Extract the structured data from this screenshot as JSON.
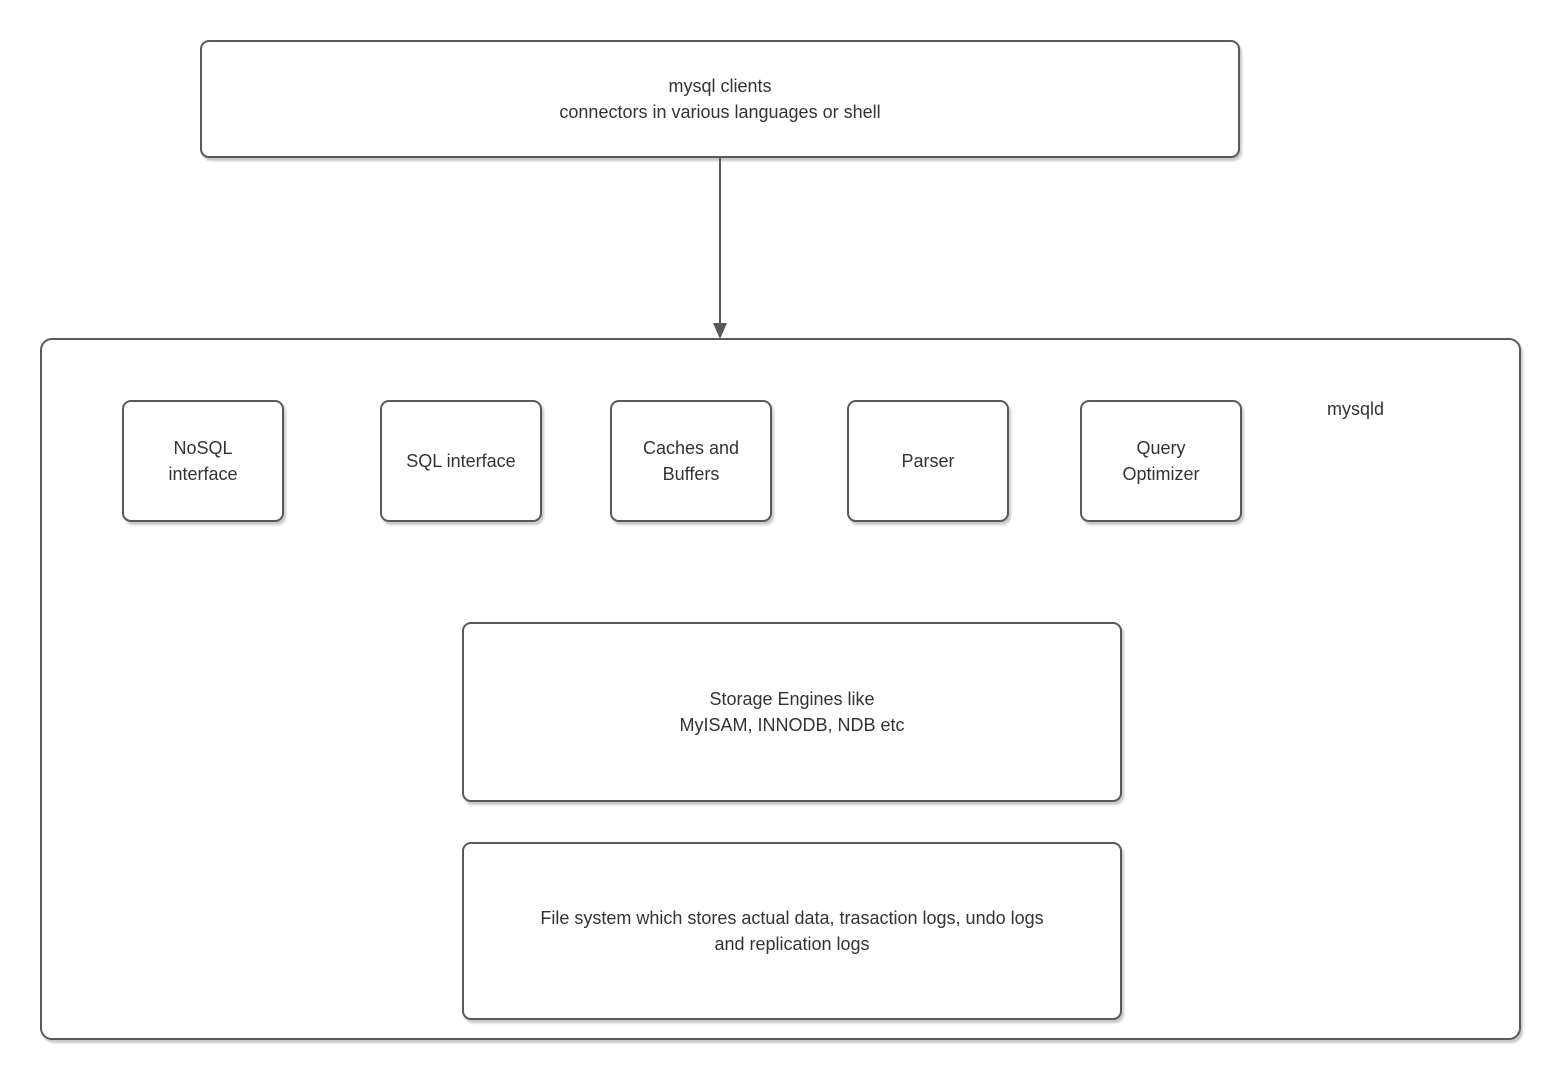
{
  "colors": {
    "border": "#595959",
    "connector": "#595959",
    "text": "#333333",
    "background": "#ffffff"
  },
  "nodes": {
    "clients": {
      "label": "mysql clients\nconnectors in various languages or shell"
    },
    "mysqld": {
      "label": "mysqld"
    },
    "components": [
      {
        "label": "NoSQL\ninterface"
      },
      {
        "label": "SQL interface"
      },
      {
        "label": "Caches and\nBuffers"
      },
      {
        "label": "Parser"
      },
      {
        "label": "Query\nOptimizer"
      }
    ],
    "storage": {
      "label": "Storage Engines like\nMyISAM, INNODB, NDB etc"
    },
    "filesystem": {
      "label": "File system which stores actual data, trasaction logs, undo logs\nand replication logs"
    }
  },
  "connections": [
    {
      "from": "mysql clients",
      "to": "mysqld",
      "type": "arrow-down"
    }
  ]
}
